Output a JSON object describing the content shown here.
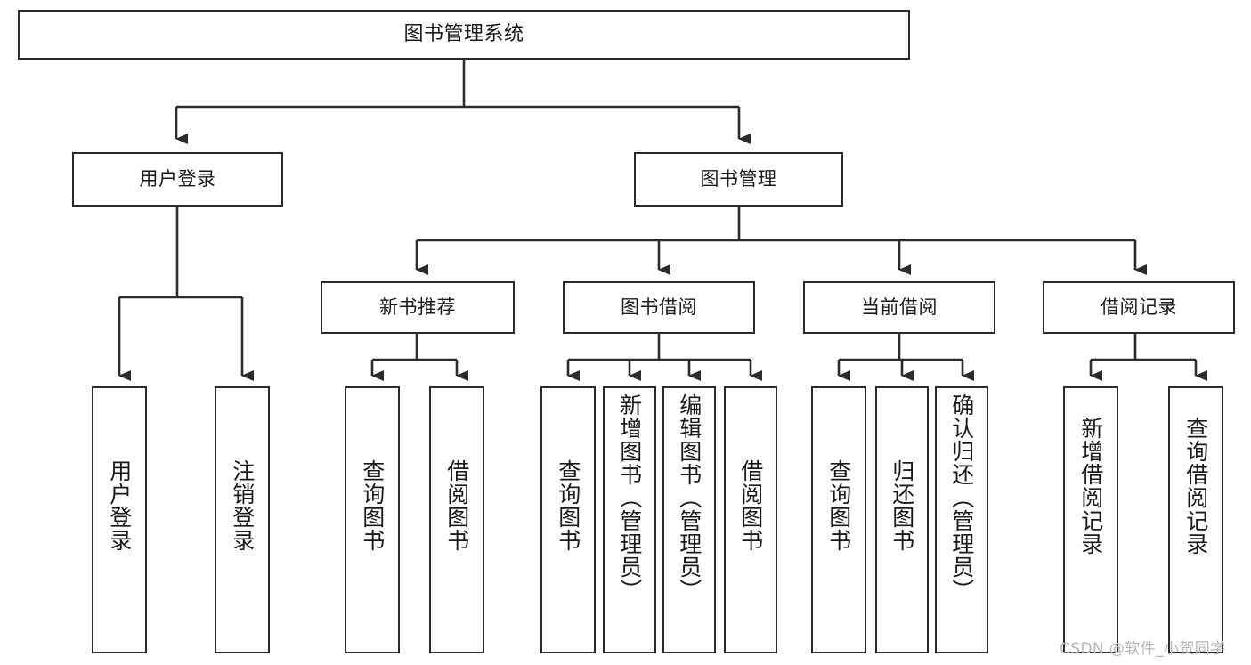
{
  "diagram": {
    "type": "tree-hierarchy-chart",
    "title": "图书管理系统",
    "line_color": "#2b2b2b",
    "box_fill": "#ffffff",
    "text_color": "#1a1a1a",
    "levels": 4,
    "root": {
      "label": "图书管理系统"
    },
    "level2": [
      {
        "label": "用户登录"
      },
      {
        "label": "图书管理"
      }
    ],
    "level3": [
      {
        "label": "新书推荐"
      },
      {
        "label": "图书借阅"
      },
      {
        "label": "当前借阅"
      },
      {
        "label": "借阅记录"
      }
    ],
    "leaves": {
      "user_login": [
        {
          "label": "用户登录"
        },
        {
          "label": "注销登录"
        }
      ],
      "new_book_recommend": [
        {
          "label": "查询图书"
        },
        {
          "label": "借阅图书"
        }
      ],
      "book_borrow": [
        {
          "label": "查询图书"
        },
        {
          "label": "新增图书（管理员）"
        },
        {
          "label": "编辑图书（管理员）"
        },
        {
          "label": "借阅图书"
        }
      ],
      "current_borrow": [
        {
          "label": "查询图书"
        },
        {
          "label": "归还图书"
        },
        {
          "label": "确认归还（管理员）"
        }
      ],
      "borrow_records": [
        {
          "label": "新增借阅记录"
        },
        {
          "label": "查询借阅记录"
        }
      ]
    }
  },
  "watermark": {
    "text": "CSDN @软件_小贺同学",
    "color": "#b6b6b6"
  }
}
